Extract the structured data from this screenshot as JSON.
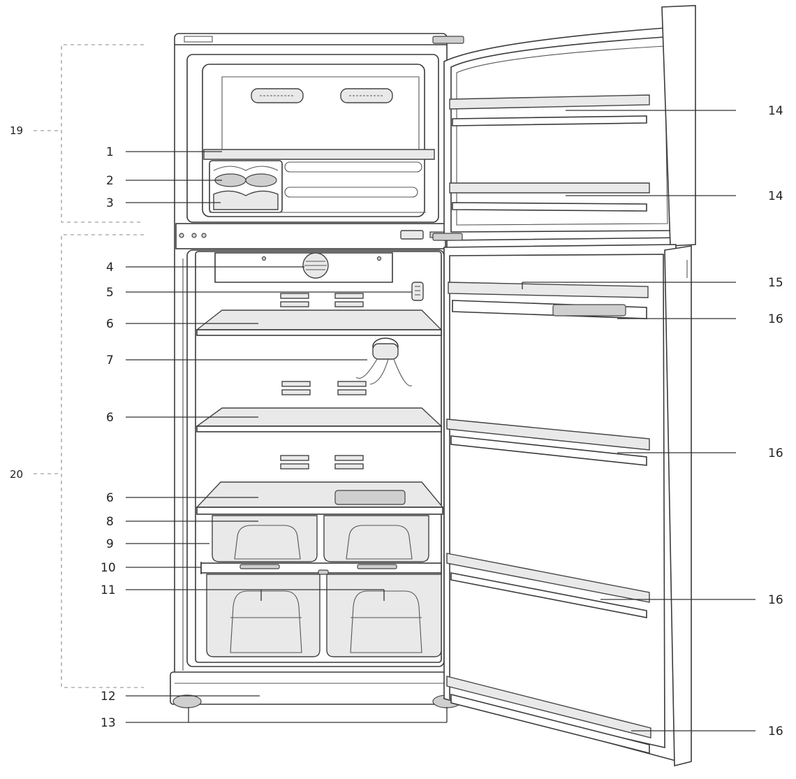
{
  "callouts": {
    "c1": "1",
    "c2": "2",
    "c3": "3",
    "c4": "4",
    "c5": "5",
    "c6a": "6",
    "c6b": "6",
    "c6c": "6",
    "c7": "7",
    "c8": "8",
    "c9": "9",
    "c10": "10",
    "c11": "11",
    "c12": "12",
    "c13": "13",
    "c14a": "14",
    "c14b": "14",
    "c15": "15",
    "c16a": "16",
    "c16b": "16",
    "c16c": "16",
    "c16d": "16",
    "c19": "19",
    "c20": "20"
  }
}
